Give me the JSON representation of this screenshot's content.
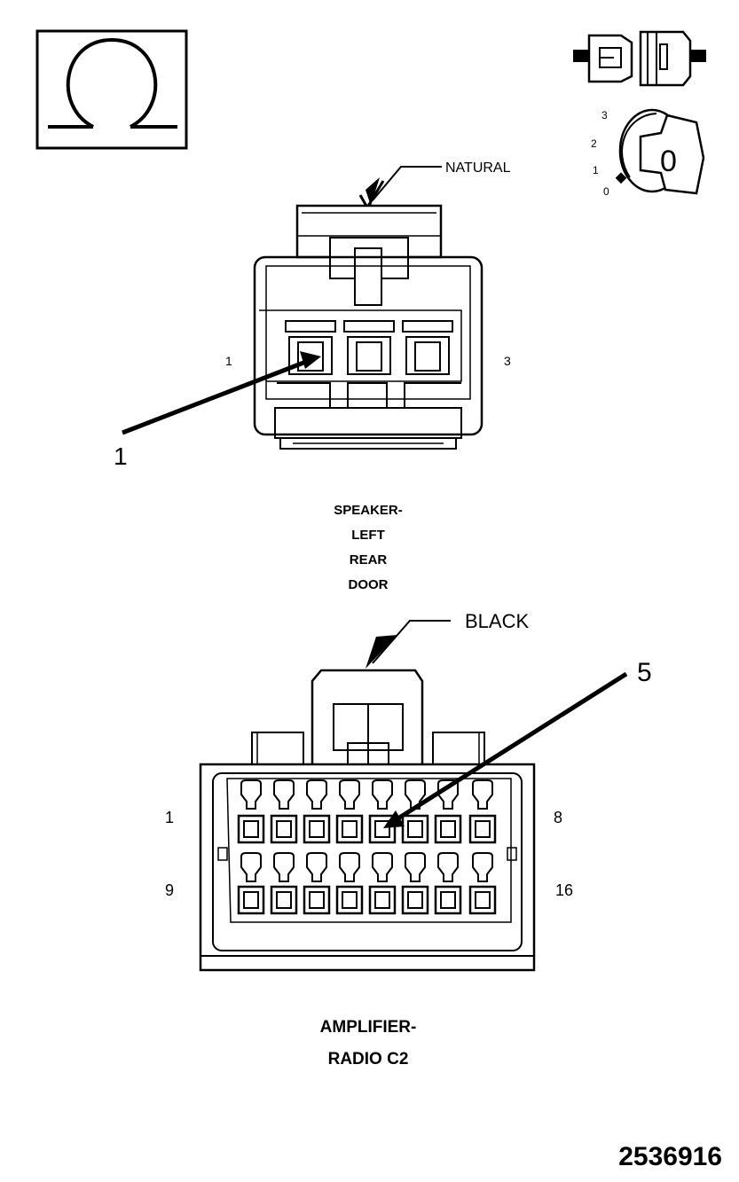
{
  "icons": {
    "ohm_symbol": "Ω",
    "ignition_key_positions": [
      "3",
      "2",
      "1",
      "0"
    ],
    "ignition_key_letter": "0"
  },
  "speaker_connector": {
    "color_label": "NATURAL",
    "pin_left_label": "1",
    "pin_right_label": "3",
    "callout_label": "1",
    "name_lines": [
      "SPEAKER-",
      "LEFT",
      "REAR",
      "DOOR"
    ]
  },
  "amplifier_connector": {
    "color_label": "BLACK",
    "callout_label": "5",
    "row1_left_label": "1",
    "row1_right_label": "8",
    "row2_left_label": "9",
    "row2_right_label": "16",
    "name_lines": [
      "AMPLIFIER-",
      "RADIO C2"
    ]
  },
  "figure_number": "2536916"
}
